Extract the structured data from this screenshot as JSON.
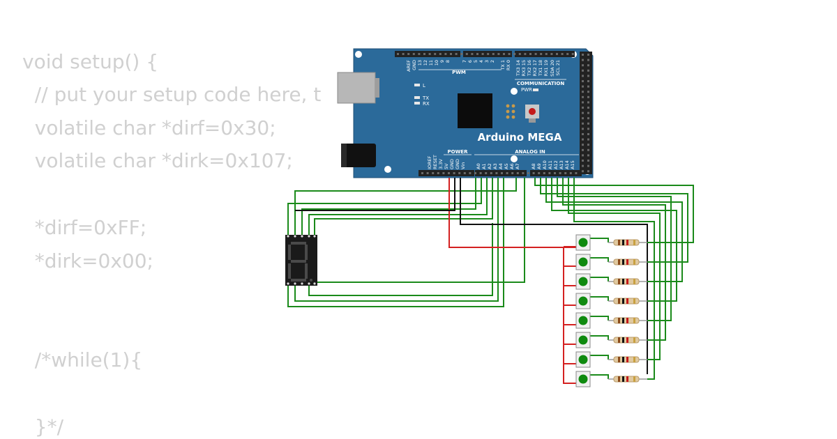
{
  "code": {
    "lines": [
      "void setup() {",
      "  // put your setup code here, t",
      "  volatile char *dirf=0x30;",
      "  volatile char *dirk=0x107;",
      "",
      "  *dirf=0xFF;",
      "  *dirk=0x00;",
      "",
      "",
      "  /*while(1){",
      "",
      "  }*/"
    ]
  },
  "board": {
    "name": "Arduino MEGA",
    "color": "#2b6a9a",
    "header_top_labels": [
      "AREF",
      "GND",
      "13",
      "12",
      "11",
      "10",
      "9",
      "8",
      "7",
      "6",
      "5",
      "4",
      "3",
      "2",
      "TX 1",
      "RX 0",
      "TX3 14",
      "RX3 15",
      "TX2 16",
      "RX2 17",
      "TX1 18",
      "RX1 19",
      "SDA 20",
      "SCL 21"
    ],
    "pwm_label": "PWM",
    "communication_label": "COMMUNICATION",
    "led_labels": [
      "L",
      "TX",
      "RX"
    ],
    "pwr_label": "PWR",
    "power_label": "POWER",
    "power_pins": [
      "IOREF",
      "RESET",
      "3.3V",
      "5V",
      "GND",
      "GND",
      "Vin"
    ],
    "analog_label": "ANALOG IN",
    "analog_pins": [
      "A0",
      "A1",
      "A2",
      "A3",
      "A4",
      "A5",
      "A6",
      "A7",
      "A8",
      "A9",
      "A10",
      "A11",
      "A12",
      "A13",
      "A14",
      "A15"
    ]
  },
  "components": {
    "seven_segment_digit": "8",
    "pushbutton_count": 8,
    "resistor_count": 8
  },
  "colors": {
    "wire_signal": "#1a8a1a",
    "wire_power": "#d42020",
    "wire_ground": "#111111",
    "button_cap": "#0f8a0f",
    "display_body": "#1a1a1a"
  }
}
